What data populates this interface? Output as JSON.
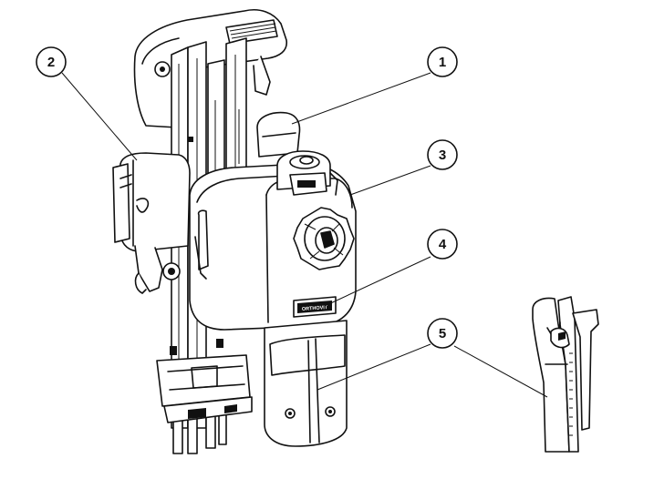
{
  "callouts": [
    {
      "id": "1",
      "label": "1"
    },
    {
      "id": "2",
      "label": "2"
    },
    {
      "id": "3",
      "label": "3"
    },
    {
      "id": "4",
      "label": "4"
    },
    {
      "id": "5",
      "label": "5"
    }
  ],
  "device": {
    "badge_text": "ORTHOVIT"
  }
}
